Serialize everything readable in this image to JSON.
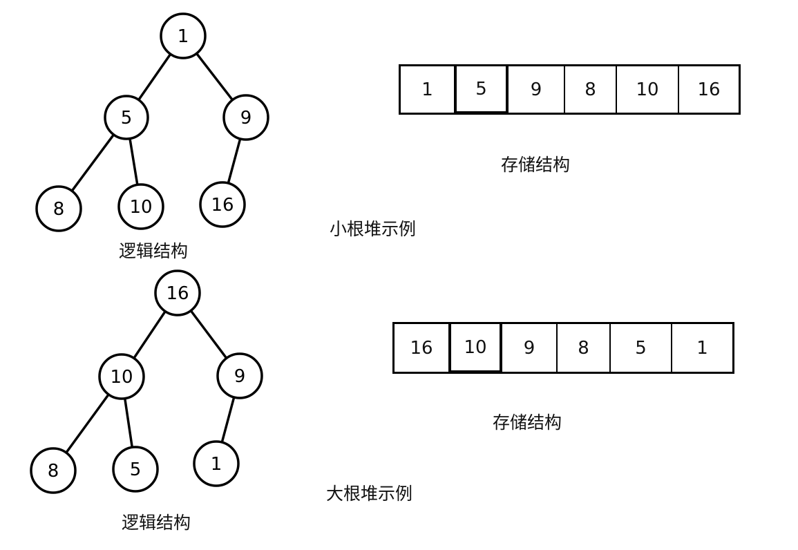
{
  "min_heap": {
    "tree": [
      1,
      5,
      9,
      8,
      10,
      16
    ],
    "logic_label": "逻辑结构",
    "array": [
      "1",
      "5",
      "9",
      "8",
      "10",
      "16"
    ],
    "storage_label": "存储结构",
    "caption": "小根堆示例"
  },
  "max_heap": {
    "tree": [
      16,
      10,
      9,
      8,
      5,
      1
    ],
    "logic_label": "逻辑结构",
    "array": [
      "16",
      "10",
      "9",
      "8",
      "5",
      "1"
    ],
    "storage_label": "存储结构",
    "caption": "大根堆示例"
  }
}
